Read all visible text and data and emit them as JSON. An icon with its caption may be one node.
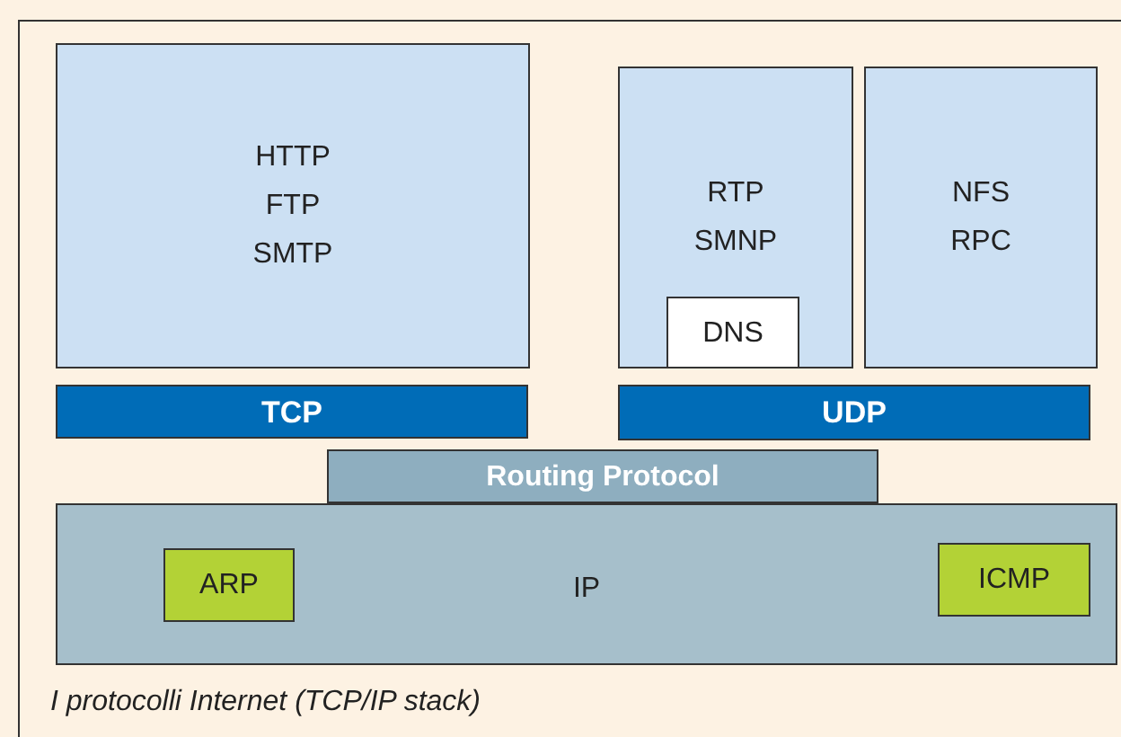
{
  "diagram": {
    "caption": "I protocolli Internet (TCP/IP stack)",
    "nodes": [
      {
        "text": [
          "HTTP",
          "FTP",
          "SMTP"
        ]
      },
      {
        "text": [
          "RTP",
          "SMNP"
        ]
      },
      {
        "text": [
          "NFS",
          "RPC"
        ]
      },
      {
        "text": [
          "DNS"
        ],
        "in": 1
      },
      {
        "text": [
          "TCP"
        ]
      },
      {
        "text": [
          "UDP"
        ]
      },
      {
        "text": [
          "Routing Protocol"
        ]
      },
      {
        "text": [
          "IP"
        ]
      },
      {
        "text": [
          "ARP"
        ],
        "in": 7
      },
      {
        "text": [
          "ICMP"
        ],
        "in": 7
      }
    ]
  }
}
